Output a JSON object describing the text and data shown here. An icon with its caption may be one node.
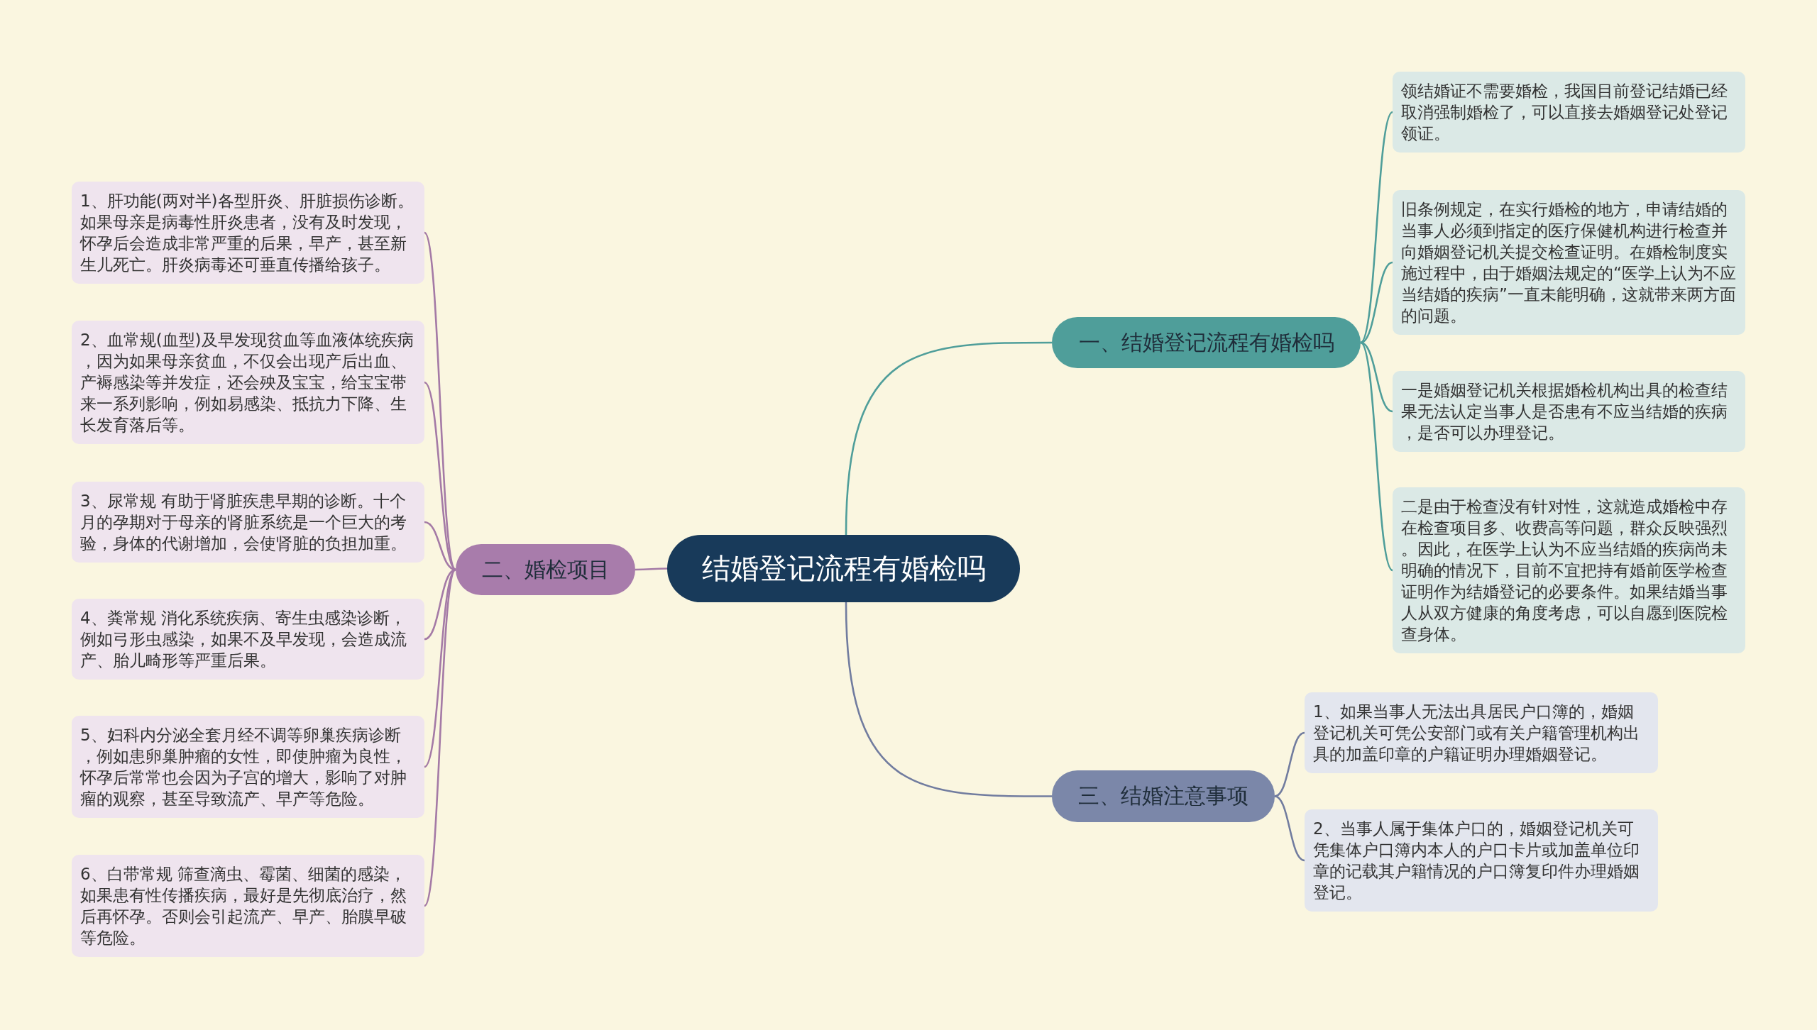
{
  "diagram": {
    "nodes": [
      {
        "text": [
          "结婚登记流程有婚检吗"
        ]
      },
      {
        "text": [
          "一、结婚登记流程有婚检吗"
        ]
      },
      {
        "text": [
          "领结婚证不需要婚检，我国目前登记结婚已经取消强制婚检了，可以直接去婚姻登记处登记领证。"
        ]
      },
      {
        "text": [
          "旧条例规定，在实行婚检的地方，申请结婚的当事人必须到指定的医疗保健机构进行检查并向婚姻登记机关提交检查证明。在婚检制度实施过程中，由于婚姻法规定的“医学上认为不应当结婚的疾病”一直未能明确，这就带来两方面的问题。"
        ]
      },
      {
        "text": [
          "一是婚姻登记机关根据婚检机构出具的检查结果无法认定当事人是否患有不应当结婚的疾病，是否可以办理登记。"
        ]
      },
      {
        "text": [
          "二是由于检查没有针对性，这就造成婚检中存在检查项目多、收费高等问题，群众反映强烈。因此，在医学上认为不应当结婚的疾病尚未明确的情况下，目前不宜把持有婚前医学检查证明作为结婚登记的必要条件。如果结婚当事人从双方健康的角度考虑，可以自愿到医院检查身体。"
        ]
      },
      {
        "text": [
          "二、婚检项目"
        ]
      },
      {
        "text": [
          "1、肝功能(两对半)各型肝炎、肝脏损伤诊断。如果母亲是病毒性肝炎患者，没有及时发现，怀孕后会造成非常严重的后果，早产，甚至新生儿死亡。肝炎病毒还可垂直传播给孩子。"
        ]
      },
      {
        "text": [
          "2、血常规(血型)及早发现贫血等血液体统疾病，因为如果母亲贫血，不仅会出现产后出血、产褥感染等并发症，还会殃及宝宝，给宝宝带来一系列影响，例如易感染、抵抗力下降、生长发育落后等。"
        ]
      },
      {
        "text": [
          "3、尿常规 有助于肾脏疾患早期的诊断。十个月的孕期对于母亲的肾脏系统是一个巨大的考验，身体的代谢增加，会使肾脏的负担加重。"
        ]
      },
      {
        "text": [
          "4、粪常规 消化系统疾病、寄生虫感染诊断，例如弓形虫感染，如果不及早发现，会造成流产、胎儿畸形等严重后果。"
        ]
      },
      {
        "text": [
          "5、妇科内分泌全套月经不调等卵巢疾病诊断，例如患卵巢肿瘤的女性，即使肿瘤为良性，怀孕后常常也会因为子宫的增大，影响了对肿瘤的观察，甚至导致流产、早产等危险。"
        ]
      },
      {
        "text": [
          "6、白带常规 筛查滴虫、霉菌、细菌的感染，如果患有性传播疾病，最好是先彻底治疗，然后再怀孕。否则会引起流产、早产、胎膜早破等危险。"
        ]
      },
      {
        "text": [
          "三、结婚注意事项"
        ]
      },
      {
        "text": [
          "1、如果当事人无法出具居民户口簿的，婚姻登记机关可凭公安部门或有关户籍管理机构出具的加盖印章的户籍证明办理婚姻登记。"
        ]
      },
      {
        "text": [
          "2、当事人属于集体户口的，婚姻登记机关可凭集体户口簿内本人的户口卡片或加盖单位印章的记载其户籍情况的户口簿复印件办理婚姻登记。"
        ]
      }
    ],
    "edges": [
      {
        "from": 0,
        "to": 1,
        "arrow": "none",
        "color": "#4f9e9a"
      },
      {
        "from": 1,
        "to": 2,
        "arrow": "none",
        "color": "#4f9e9a"
      },
      {
        "from": 1,
        "to": 3,
        "arrow": "none",
        "color": "#4f9e9a"
      },
      {
        "from": 1,
        "to": 4,
        "arrow": "none",
        "color": "#4f9e9a"
      },
      {
        "from": 1,
        "to": 5,
        "arrow": "none",
        "color": "#4f9e9a"
      },
      {
        "from": 0,
        "to": 6,
        "arrow": "none"
      },
      {
        "from": 6,
        "to": 7,
        "arrow": "none"
      },
      {
        "from": 6,
        "to": 8,
        "arrow": "none"
      },
      {
        "from": 6,
        "to": 9,
        "arrow": "none"
      },
      {
        "from": 6,
        "to": 10,
        "arrow": "none"
      },
      {
        "from": 6,
        "to": 11,
        "arrow": "none"
      },
      {
        "from": 6,
        "to": 12,
        "arrow": "none"
      },
      {
        "from": 0,
        "to": 13,
        "arrow": "none",
        "color": "#717c9f"
      },
      {
        "from": 13,
        "to": 14,
        "arrow": "none",
        "color": "#717c9f"
      },
      {
        "from": 13,
        "to": 15,
        "arrow": "none",
        "color": "#717c9f"
      }
    ]
  }
}
